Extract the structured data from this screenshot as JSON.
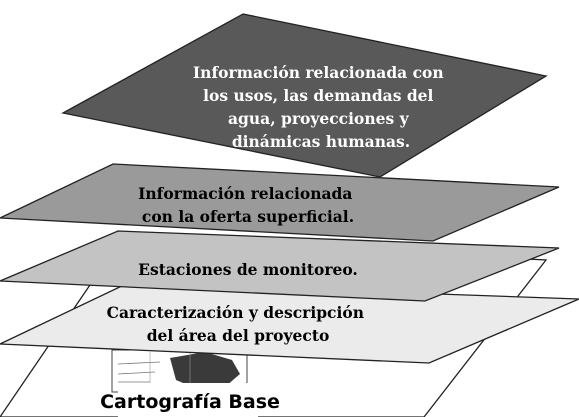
{
  "layers": [
    {
      "id": "base",
      "label_lines": [
        "Cartografía Base"
      ],
      "fill": "#ffffff"
    },
    {
      "id": "project-area",
      "label_lines": [
        "Caracterización y descripción",
        "del área del proyecto"
      ],
      "fill": "#ebebeb"
    },
    {
      "id": "monitoring",
      "label_lines": [
        "Estaciones de monitoreo."
      ],
      "fill": "#c3c3c3"
    },
    {
      "id": "surface-supply",
      "label_lines": [
        "Información relacionada",
        "con la oferta superficial."
      ],
      "fill": "#9a9a9a"
    },
    {
      "id": "water-uses",
      "label_lines": [
        "Información relacionada con",
        "los usos, las demandas del",
        "agua, proyecciones y",
        "dinámicas humanas."
      ],
      "fill": "#595959"
    }
  ]
}
